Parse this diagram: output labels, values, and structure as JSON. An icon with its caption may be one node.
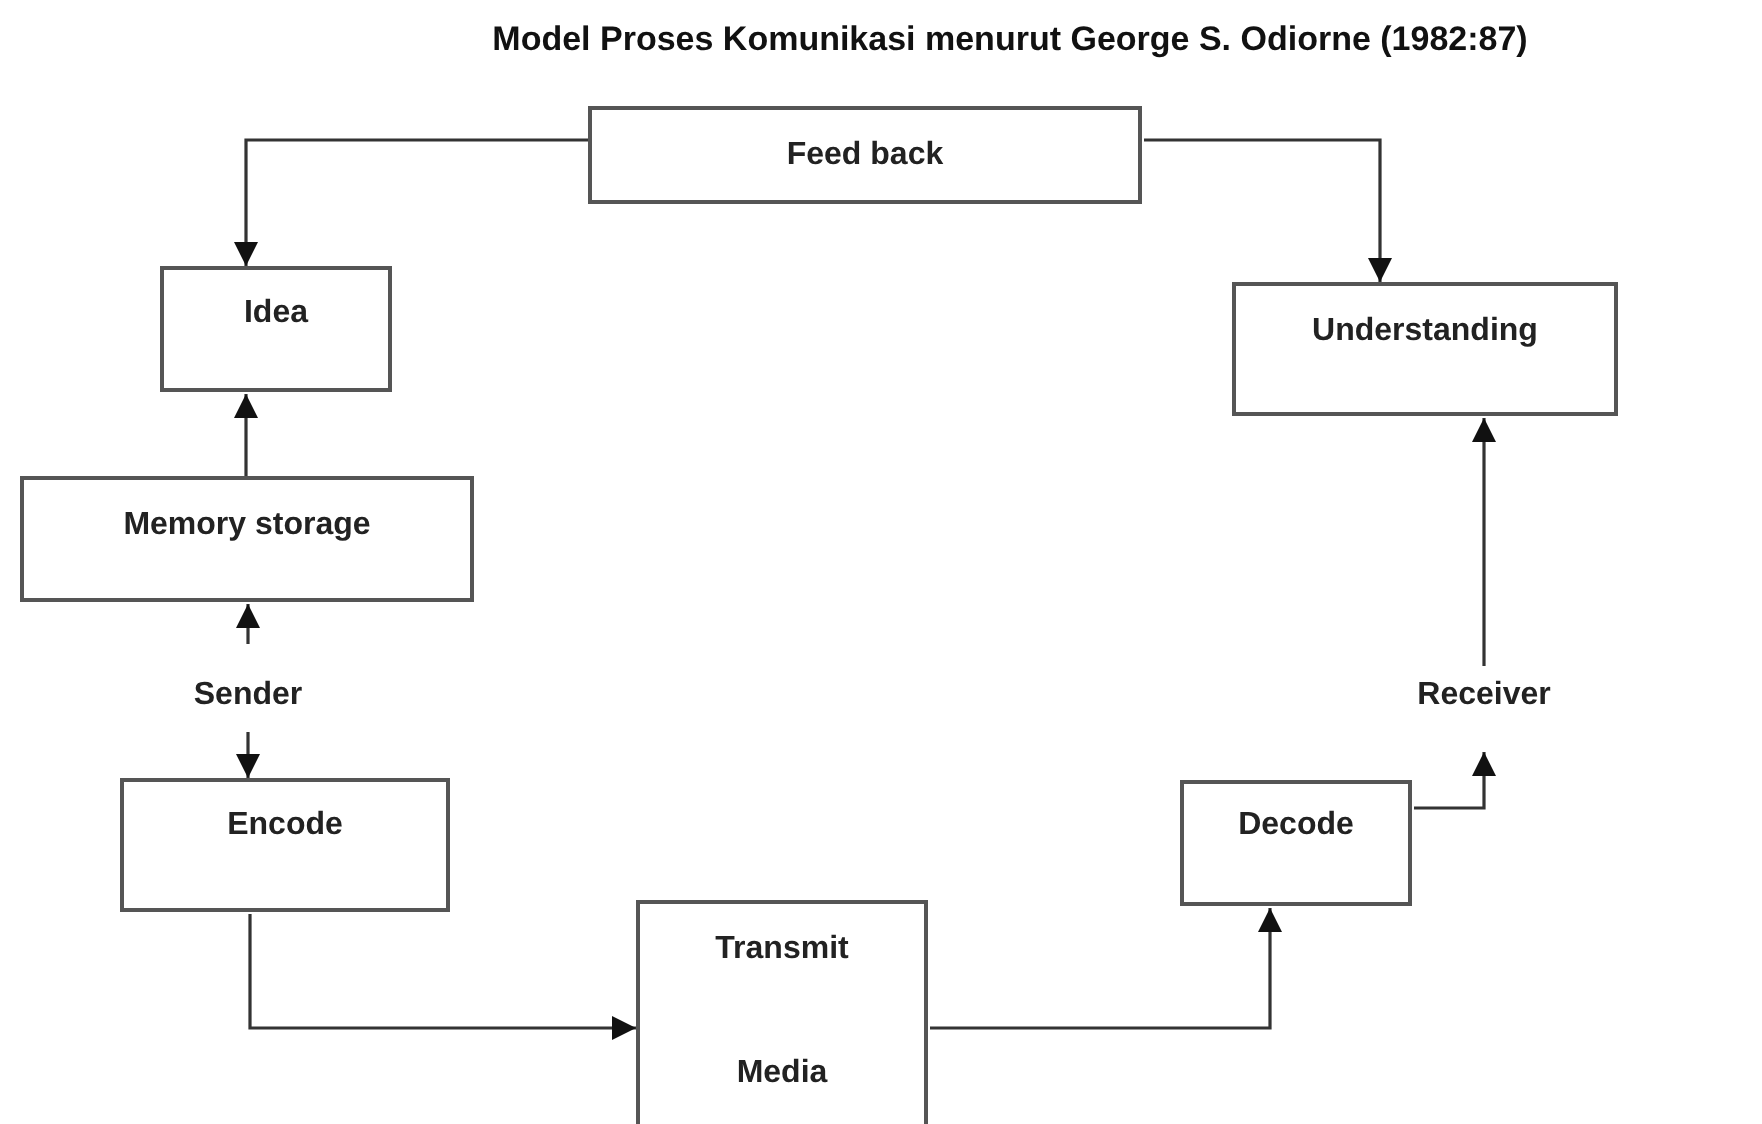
{
  "diagram": {
    "title": "Model Proses Komunikasi menurut George S. Odiorne (1982:87)",
    "nodes": [
      {
        "text": [
          "Feed back"
        ]
      },
      {
        "text": [
          "Idea"
        ]
      },
      {
        "text": [
          "Understanding"
        ]
      },
      {
        "text": [
          "Memory storage"
        ]
      },
      {
        "text": [
          "Sender"
        ]
      },
      {
        "text": [
          "Encode"
        ]
      },
      {
        "text": [
          "Transmit",
          "Media"
        ]
      },
      {
        "text": [
          "Decode"
        ]
      },
      {
        "text": [
          "Receiver"
        ]
      }
    ],
    "edges": [
      {
        "from": 0,
        "to": 1,
        "arrow": "to"
      },
      {
        "from": 0,
        "to": 2,
        "arrow": "to"
      },
      {
        "from": 3,
        "to": 1,
        "arrow": "to"
      },
      {
        "from": 4,
        "to": 3,
        "arrow": "to"
      },
      {
        "from": 4,
        "to": 5,
        "arrow": "to"
      },
      {
        "from": 5,
        "to": 6,
        "arrow": "to"
      },
      {
        "from": 6,
        "to": 7,
        "arrow": "to"
      },
      {
        "from": 7,
        "to": 8,
        "arrow": "to"
      },
      {
        "from": 8,
        "to": 2,
        "arrow": "to"
      }
    ]
  }
}
